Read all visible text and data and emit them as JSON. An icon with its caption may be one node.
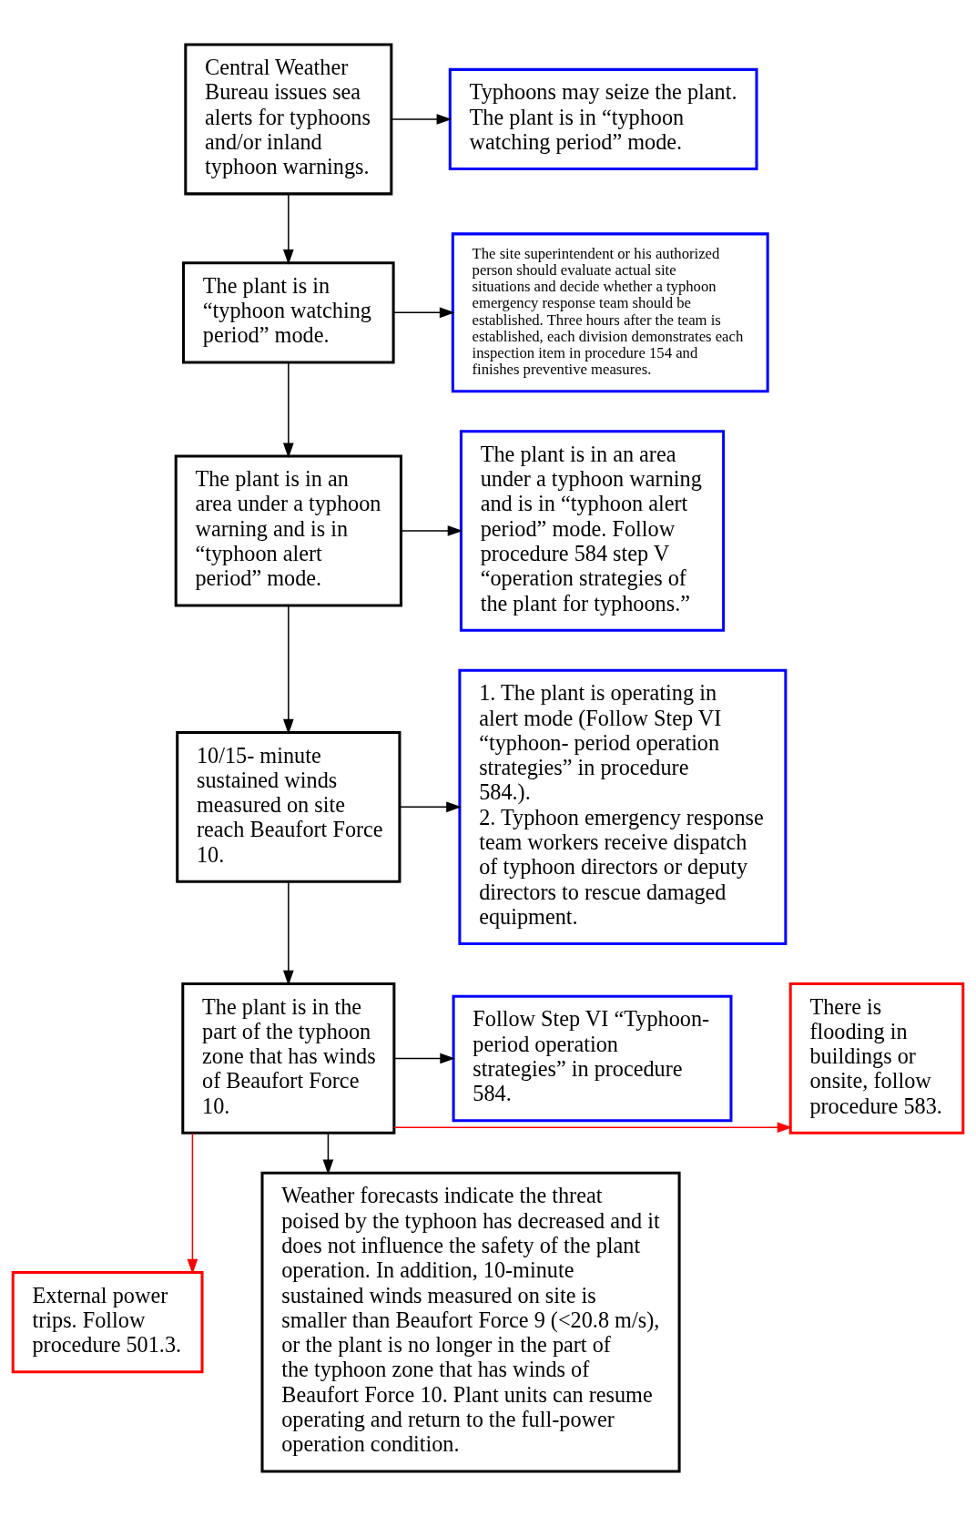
{
  "diagram": {
    "nodes": [
      {
        "text": [
          "Central Weather Bureau issues sea alerts for typhoons and/or inland typhoon warnings."
        ]
      },
      {
        "text": [
          "Typhoons may seize the plant. The plant is in “typhoon watching period” mode."
        ]
      },
      {
        "text": [
          "The plant is in “typhoon watching period” mode."
        ]
      },
      {
        "text": [
          "The site superintendent or his authorized person should evaluate actual site situations and decide whether a typhoon emergency response team should be established. Three hours after the team is established, each division demonstrates each inspection item in procedure 154 and finishes preventive measures."
        ]
      },
      {
        "text": [
          "The plant is in an area under a typhoon warning and is in “typhoon alert period” mode."
        ]
      },
      {
        "text": [
          "The plant is in an area under a typhoon warning and is in “typhoon alert period” mode. Follow procedure 584 step V “operation strategies of the plant for typhoons.”"
        ]
      },
      {
        "text": [
          "10/15- minute sustained winds measured on site reach Beaufort Force 10."
        ]
      },
      {
        "text": [
          "1. The plant is operating in alert mode (Follow Step VI “typhoon- period operation strategies” in procedure 584.).",
          "2. Typhoon emergency response team workers receive dispatch of typhoon directors or deputy directors to rescue damaged equipment."
        ]
      },
      {
        "text": [
          "There is flooding in buildings or onsite, follow procedure 583."
        ]
      },
      {
        "text": [
          "The plant is in the part of the typhoon zone that has winds of Beaufort Force 10."
        ]
      },
      {
        "text": [
          "External power trips. Follow procedure 501.3."
        ]
      },
      {
        "text": [
          "Follow Step VI “Typhoon- period operation strategies” in procedure 584."
        ]
      },
      {
        "text": [
          "Weather forecasts indicate the threat poised by the typhoon has decreased and it does not influence the safety of the plant operation. In addition, 10-minute sustained winds measured on site is smaller than Beaufort Force 9 (<20.8 m/s), or the plant is no longer in the part of the typhoon zone that has winds of Beaufort Force 10. Plant units can resume operating and return to the full-power operation condition."
        ]
      }
    ],
    "edges": [
      {
        "from": 0,
        "to": 1,
        "arrow": "to"
      },
      {
        "from": 0,
        "to": 2,
        "arrow": "to"
      },
      {
        "from": 2,
        "to": 3,
        "arrow": "to"
      },
      {
        "from": 2,
        "to": 4,
        "arrow": "to"
      },
      {
        "from": 4,
        "to": 5,
        "arrow": "to"
      },
      {
        "from": 4,
        "to": 6,
        "arrow": "to"
      },
      {
        "from": 6,
        "to": 7,
        "arrow": "to"
      },
      {
        "from": 6,
        "to": 9,
        "arrow": "to"
      },
      {
        "from": 9,
        "to": 8,
        "arrow": "to",
        "color": "#ff0000"
      },
      {
        "from": 9,
        "to": 10,
        "arrow": "to",
        "color": "#ff0000"
      },
      {
        "from": 9,
        "to": 11,
        "arrow": "to"
      },
      {
        "from": 9,
        "to": 12,
        "arrow": "to"
      }
    ]
  }
}
